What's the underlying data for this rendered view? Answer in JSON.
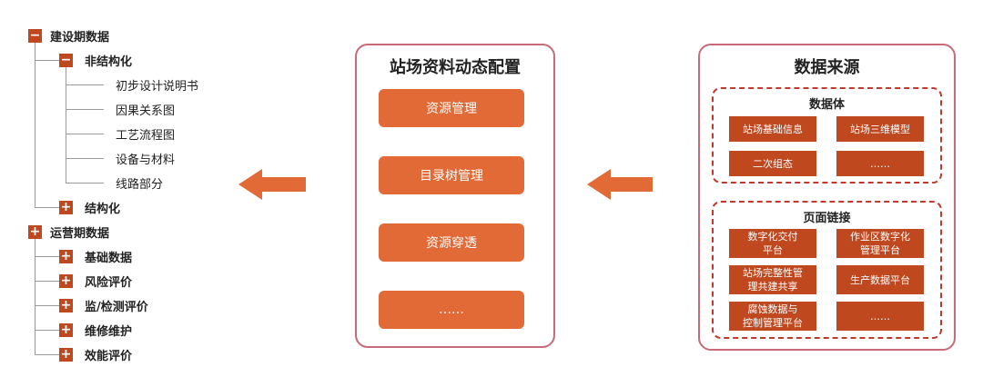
{
  "tree": {
    "root1": {
      "label": "建设期数据",
      "toggle": "−"
    },
    "unstructured": {
      "label": "非结构化",
      "toggle": "−"
    },
    "unstructured_items": [
      "初步设计说明书",
      "因果关系图",
      "工艺流程图",
      "设备与材料",
      "线路部分"
    ],
    "structured": {
      "label": "结构化",
      "toggle": "+"
    },
    "root2": {
      "label": "运营期数据",
      "toggle": "+"
    },
    "ops_items": [
      {
        "label": "基础数据",
        "toggle": "+"
      },
      {
        "label": "风险评价",
        "toggle": "+"
      },
      {
        "label": "监/检测评价",
        "toggle": "+"
      },
      {
        "label": "维修维护",
        "toggle": "+"
      },
      {
        "label": "效能评价",
        "toggle": "+"
      }
    ]
  },
  "config_panel": {
    "title": "站场资料动态配置",
    "buttons": [
      "资源管理",
      "目录树管理",
      "资源穿透",
      "……"
    ]
  },
  "source_panel": {
    "title": "数据来源",
    "data_body": {
      "title": "数据体",
      "items": [
        "站场基础信息",
        "站场三维模型",
        "二次组态",
        "……"
      ]
    },
    "page_links": {
      "title": "页面链接",
      "items": [
        "数字化交付\n平台",
        "作业区数字化\n管理平台",
        "站场完整性管\n理共建共享",
        "生产数据平台",
        "腐蚀数据与\n控制管理平台",
        "……"
      ]
    }
  },
  "colors": {
    "accent": "#e26a36",
    "dark_accent": "#c0481f",
    "panel_border": "#c96a7a",
    "dash_border": "#c0392b"
  }
}
